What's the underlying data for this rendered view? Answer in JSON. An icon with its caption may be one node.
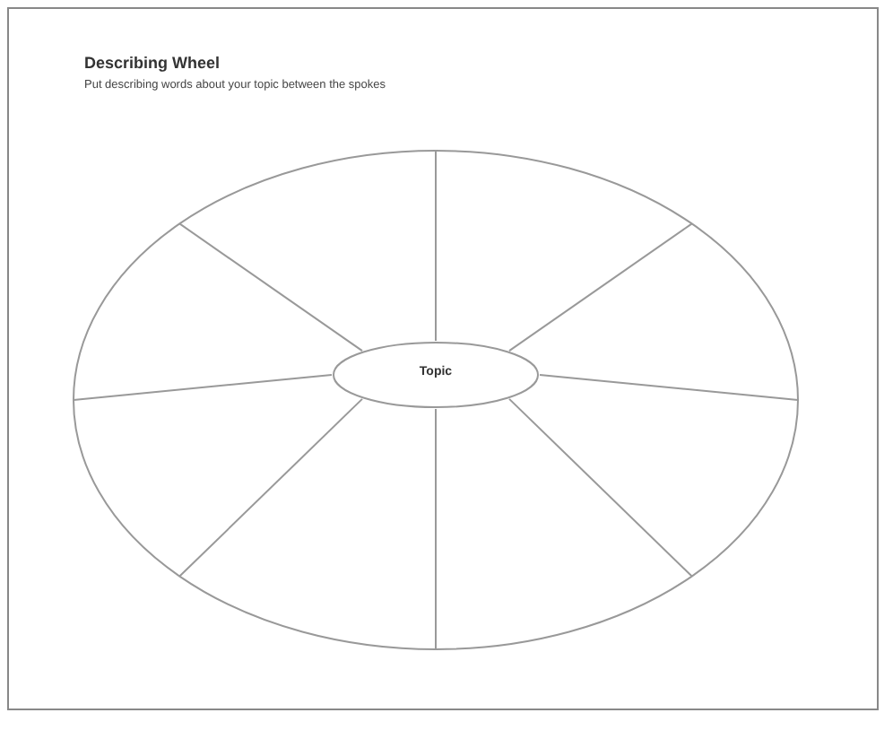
{
  "diagram": {
    "title": "Describing Wheel",
    "caption": "Put describing words about your topic between the spokes",
    "nodes": [
      {
        "text": [],
        "shape": "ellipse"
      },
      {
        "text": [
          "Topic"
        ],
        "in": 0
      }
    ]
  }
}
